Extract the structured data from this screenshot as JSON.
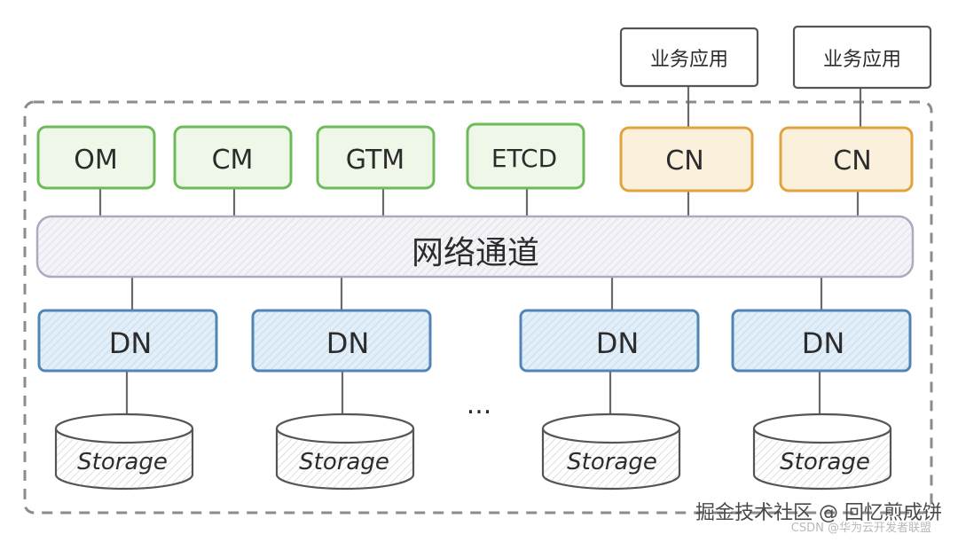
{
  "diagram": {
    "app_boxes": [
      "业务应用",
      "业务应用"
    ],
    "components_top": [
      "OM",
      "CM",
      "GTM",
      "ETCD"
    ],
    "coordinators": [
      "CN",
      "CN"
    ],
    "network_label": "网络通道",
    "data_nodes": [
      "DN",
      "DN",
      "DN",
      "DN"
    ],
    "storage": [
      "Storage",
      "Storage",
      "Storage",
      "Storage"
    ],
    "ellipsis": "...",
    "colors": {
      "green_border": "#6dbb58",
      "green_fill": "#eef7e8",
      "orange_border": "#e2a23c",
      "orange_fill": "#fbf0dc",
      "blue_border": "#4f86b5",
      "blue_fill": "#dbe9f5",
      "network_border": "#a9acc0",
      "network_fill": "#eeeff5",
      "dashed_border": "#8c8c8c",
      "line": "#6a6a6a"
    }
  },
  "watermark": {
    "main": "掘金技术社区 @ 回忆煎成饼",
    "sub": "CSDN @华为云开发者联盟"
  }
}
